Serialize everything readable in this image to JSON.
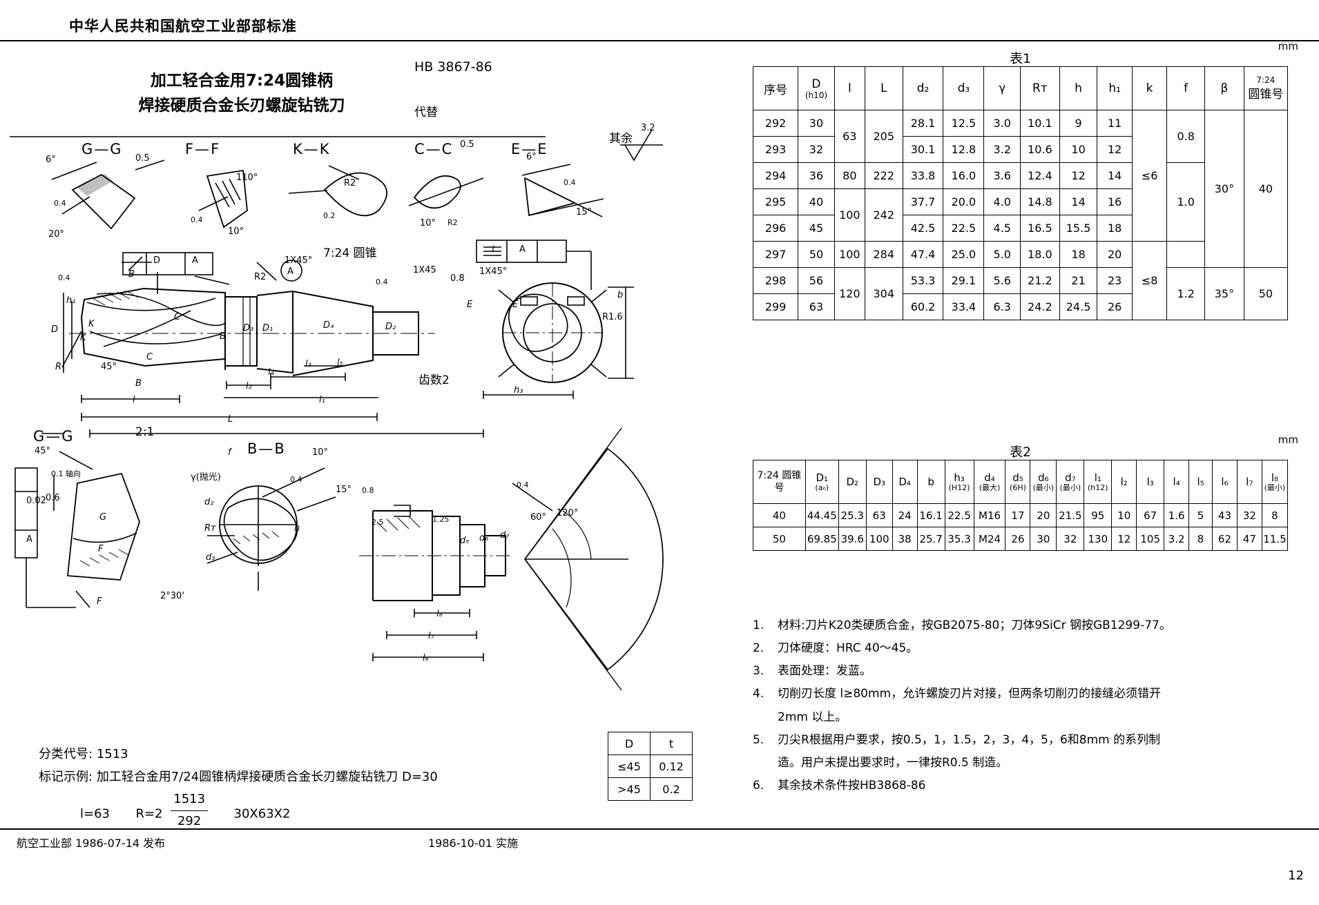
{
  "header": {
    "standard_org": "中华人民共和国航空工业部部标准",
    "title_line1": "加工轻合金用7:24圆锥柄",
    "title_line2": "焊接硬质合金长刃螺旋钻铣刀",
    "std_number": "HB 3867-86",
    "replace_label": "代替"
  },
  "footer": {
    "left": "航空工业部 1986-07-14    发布",
    "right": "1986-10-01    实施",
    "page_no": "12"
  },
  "drawing": {
    "surface_note": "其余",
    "surface_value": "3.2",
    "section_labels": [
      "G—G",
      "F—F",
      "K—K",
      "C—C",
      "E—E",
      "B—B",
      "G—G"
    ],
    "scale_note": "2:1",
    "annotations": [
      "0.02",
      "A",
      "1X45°",
      "R2",
      "1X45°",
      "0.8",
      "1X45°",
      "0.5",
      "0.4",
      "7:24 圆锥",
      "齿数2",
      "45°",
      "2°30'",
      "110°",
      "60°",
      "120°",
      "15°",
      "10°",
      "20°",
      "6°",
      "0.5",
      "R2",
      "R1.6",
      "0.1 轴向",
      "0.6",
      "γ(抛光)",
      "D",
      "h₁",
      "l",
      "L",
      "l₁",
      "l₂",
      "l₃",
      "l₄",
      "l₅",
      "l₆",
      "l₇",
      "l₈",
      "D₁",
      "D₂",
      "D₃",
      "D₄",
      "b",
      "h₃",
      "d₂",
      "d₃",
      "Rт",
      "f",
      "h",
      "d₆",
      "d₇",
      "R",
      "K",
      "C",
      "B",
      "E",
      "t",
      "A"
    ],
    "dt_table": {
      "headers": [
        "D",
        "t"
      ],
      "rows": [
        [
          "≤45",
          "0.12"
        ],
        [
          ">45",
          "0.2"
        ]
      ]
    },
    "class_code_label": "分类代号:",
    "class_code_value": "1513",
    "marking_label": "标记示例:",
    "marking_line1": "加工轻合金用7/24圆锥柄焊接硬质合金长刃螺旋钻铣刀 D=30",
    "marking_line2_a": "l=63",
    "marking_line2_b": "R=2",
    "marking_frac_num": "1513",
    "marking_frac_den": "292",
    "marking_line2_c": "30X63X2"
  },
  "table1": {
    "caption": "表1",
    "unit": "mm",
    "headers": [
      {
        "main": "序号",
        "sub": ""
      },
      {
        "main": "D",
        "sub": "(h10)"
      },
      {
        "main": "l",
        "sub": ""
      },
      {
        "main": "L",
        "sub": ""
      },
      {
        "main": "d₂",
        "sub": ""
      },
      {
        "main": "d₃",
        "sub": ""
      },
      {
        "main": "γ",
        "sub": ""
      },
      {
        "main": "Rт",
        "sub": ""
      },
      {
        "main": "h",
        "sub": ""
      },
      {
        "main": "h₁",
        "sub": ""
      },
      {
        "main": "k",
        "sub": ""
      },
      {
        "main": "f",
        "sub": ""
      },
      {
        "main": "β",
        "sub": ""
      },
      {
        "main": "圆锥号",
        "sub": "7:24"
      }
    ],
    "rows": [
      {
        "no": "292",
        "D": "30",
        "d2": "28.1",
        "d3": "12.5",
        "gamma": "3.0",
        "Rt": "10.1",
        "h": "9",
        "h1": "11"
      },
      {
        "no": "293",
        "D": "32",
        "d2": "30.1",
        "d3": "12.8",
        "gamma": "3.2",
        "Rt": "10.6",
        "h": "10",
        "h1": "12"
      },
      {
        "no": "294",
        "D": "36",
        "d2": "33.8",
        "d3": "16.0",
        "gamma": "3.6",
        "Rt": "12.4",
        "h": "12",
        "h1": "14"
      },
      {
        "no": "295",
        "D": "40",
        "d2": "37.7",
        "d3": "20.0",
        "gamma": "4.0",
        "Rt": "14.8",
        "h": "14",
        "h1": "16"
      },
      {
        "no": "296",
        "D": "45",
        "d2": "42.5",
        "d3": "22.5",
        "gamma": "4.5",
        "Rt": "16.5",
        "h": "15.5",
        "h1": "18"
      },
      {
        "no": "297",
        "D": "50",
        "d2": "47.4",
        "d3": "25.0",
        "gamma": "5.0",
        "Rt": "18.0",
        "h": "18",
        "h1": "20"
      },
      {
        "no": "298",
        "D": "56",
        "d2": "53.3",
        "d3": "29.1",
        "gamma": "5.6",
        "Rt": "21.2",
        "h": "21",
        "h1": "23"
      },
      {
        "no": "299",
        "D": "63",
        "d2": "60.2",
        "d3": "33.4",
        "gamma": "6.3",
        "Rt": "24.2",
        "h": "24.5",
        "h1": "26"
      }
    ],
    "merged": {
      "l": [
        "63",
        "80",
        "100",
        "120"
      ],
      "L": [
        "205",
        "222",
        "242",
        "284",
        "304"
      ],
      "k": [
        "≤6",
        "≤8"
      ],
      "f": [
        "0.8",
        "1.0",
        "1.2"
      ],
      "beta": [
        "30°",
        "35°"
      ],
      "cone_no": [
        "40",
        "50"
      ]
    }
  },
  "table2": {
    "caption": "表2",
    "unit": "mm",
    "headers": [
      {
        "main": "7:24 圆锥号",
        "sub": ""
      },
      {
        "main": "D₁",
        "sub": "(a₀)"
      },
      {
        "main": "D₂",
        "sub": ""
      },
      {
        "main": "D₃",
        "sub": ""
      },
      {
        "main": "D₄",
        "sub": ""
      },
      {
        "main": "b",
        "sub": ""
      },
      {
        "main": "h₃",
        "sub": "(H12)"
      },
      {
        "main": "d₄",
        "sub": "(最大)"
      },
      {
        "main": "d₅",
        "sub": "(6H)"
      },
      {
        "main": "d₆",
        "sub": "(最小)"
      },
      {
        "main": "d₇",
        "sub": "(最小)"
      },
      {
        "main": "l₁",
        "sub": "(h12)"
      },
      {
        "main": "l₂",
        "sub": ""
      },
      {
        "main": "l₃",
        "sub": ""
      },
      {
        "main": "l₄",
        "sub": ""
      },
      {
        "main": "l₅",
        "sub": ""
      },
      {
        "main": "l₆",
        "sub": ""
      },
      {
        "main": "l₇",
        "sub": ""
      },
      {
        "main": "l₈",
        "sub": "(最小)"
      }
    ],
    "rows": [
      [
        "40",
        "44.45",
        "25.3",
        "63",
        "24",
        "16.1",
        "22.5",
        "M16",
        "17",
        "20",
        "21.5",
        "95",
        "10",
        "67",
        "1.6",
        "5",
        "43",
        "32",
        "8"
      ],
      [
        "50",
        "69.85",
        "39.6",
        "100",
        "38",
        "25.7",
        "35.3",
        "M24",
        "26",
        "30",
        "32",
        "130",
        "12",
        "105",
        "3.2",
        "8",
        "62",
        "47",
        "11.5"
      ]
    ]
  },
  "tech_notes": [
    {
      "num": "1.",
      "text": "材料:刀片K20类硬质合金，按GB2075-80；刀体9SiCr 钢按GB1299-77。"
    },
    {
      "num": "2.",
      "text": "刀体硬度：HRC 40～45。"
    },
    {
      "num": "3.",
      "text": "表面处理：发蓝。"
    },
    {
      "num": "4.",
      "text": "切削刃长度 l≥80mm，允许螺旋刃片对接，但两条切削刃的接缝必须错开",
      "cont": "2mm 以上。"
    },
    {
      "num": "5.",
      "text": "刃尖R根据用户要求，按0.5，1，1.5，2，3，4，5，6和8mm 的系列制",
      "cont": "造。用户未提出要求时，一律按R0.5 制造。"
    },
    {
      "num": "6.",
      "text": "其余技术条件按HB3868-86"
    }
  ]
}
